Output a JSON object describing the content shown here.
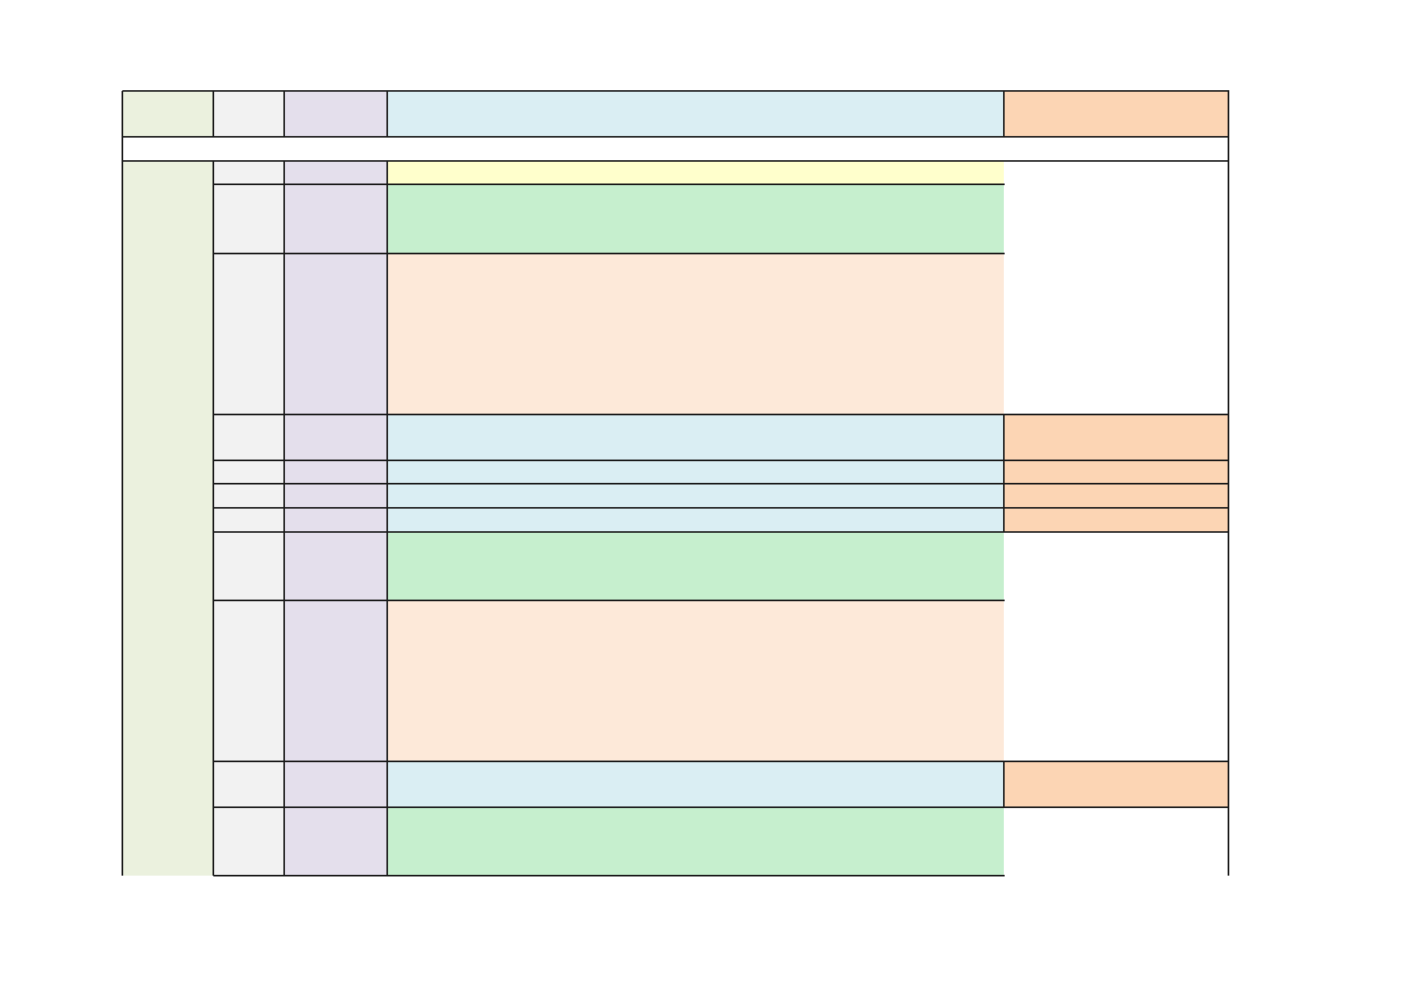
{
  "document": {
    "type": "colour-coded table grid (empty cells)",
    "colors": {
      "section_column": "#ebf1de",
      "column_2": "#f2f2f2",
      "column_3": "#e4dfec",
      "header_wide": "#daeef3",
      "header_right": "#fcd5b4",
      "row_yellow": "#ffffcc",
      "row_green": "#c6efce",
      "row_peach": "#fde9d9",
      "row_blue": "#daeef3",
      "right_orange": "#fcd5b4",
      "border": "#1a1a1a"
    },
    "header_row": {
      "cells": [
        "",
        "",
        "",
        "",
        ""
      ]
    },
    "separator_row": "",
    "body_rows": [
      {
        "kind": "yellow",
        "cells": [
          "",
          "",
          ""
        ]
      },
      {
        "kind": "green",
        "cells": [
          "",
          "",
          ""
        ]
      },
      {
        "kind": "peach",
        "cells": [
          "",
          "",
          ""
        ]
      },
      {
        "kind": "blue",
        "cells": [
          "",
          "",
          "",
          ""
        ]
      },
      {
        "kind": "blue",
        "cells": [
          "",
          "",
          "",
          ""
        ]
      },
      {
        "kind": "blue",
        "cells": [
          "",
          "",
          "",
          ""
        ]
      },
      {
        "kind": "blue",
        "cells": [
          "",
          "",
          "",
          ""
        ]
      },
      {
        "kind": "green",
        "cells": [
          "",
          "",
          ""
        ]
      },
      {
        "kind": "peach",
        "cells": [
          "",
          "",
          ""
        ]
      },
      {
        "kind": "blue",
        "cells": [
          "",
          "",
          "",
          ""
        ]
      },
      {
        "kind": "green",
        "cells": [
          "",
          "",
          ""
        ]
      }
    ]
  }
}
